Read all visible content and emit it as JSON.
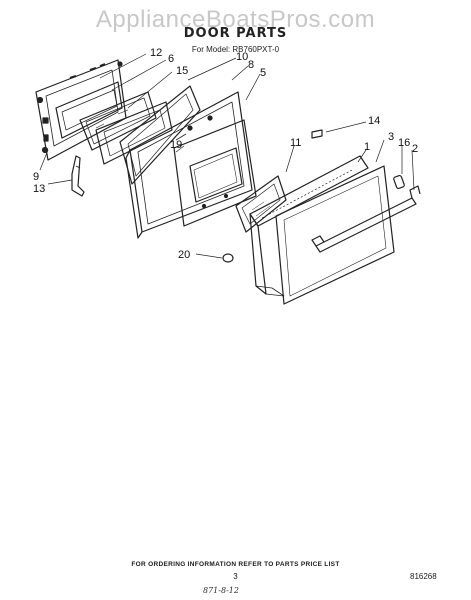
{
  "watermark": "ApplianceBoatsPros.com",
  "title": "DOOR PARTS",
  "model_line": "For Model: RB760PXT-0",
  "callouts": {
    "c12": "12",
    "c6": "6",
    "c15": "15",
    "c10": "10",
    "c8": "8",
    "c5": "5",
    "c19": "19",
    "c9": "9",
    "c13": "13",
    "c11": "11",
    "c14": "14",
    "c3": "3",
    "c1": "1",
    "c16": "16",
    "c2": "2",
    "c20": "20"
  },
  "footer": {
    "ordering_note": "FOR ORDERING INFORMATION REFER TO PARTS PRICE LIST",
    "page_number": "3",
    "part_number": "816268",
    "handwritten_note": "871-8-12"
  }
}
